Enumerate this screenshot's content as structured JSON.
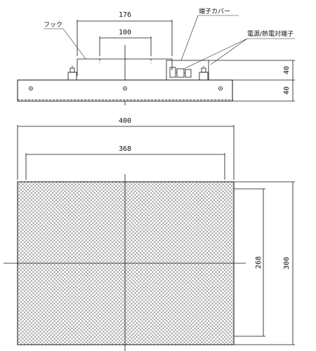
{
  "side_view": {
    "hook_label": "フック",
    "terminal_cover_label": "端子カバー",
    "power_terminal_label": "電源/熱電対端子",
    "dim_hook_span": "176",
    "dim_hook_inner": "100",
    "dim_height_upper": "40",
    "dim_height_body": "40"
  },
  "top_view": {
    "dim_width_overall": "400",
    "dim_width_inner": "368",
    "dim_height_inner": "268",
    "dim_height_overall": "300"
  },
  "colors": {
    "line": "#111111",
    "hatch": "#555555"
  }
}
